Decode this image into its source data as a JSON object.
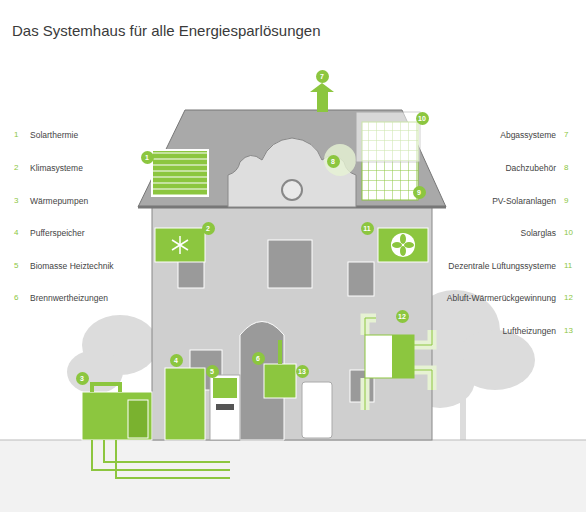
{
  "diagram": {
    "title": "Das Systemhaus für alle Energiesparlösungen",
    "labels": [
      "1",
      "Solarthermie",
      "2",
      "Klimasysteme",
      "3",
      "Wärmepumpen",
      "4",
      "Pufferspeicher",
      "5",
      "Biomasse Heiztechnik",
      "6",
      "Brennwertheizungen",
      "Abgassysteme",
      "7",
      "Dachzubehör",
      "8",
      "PV-Solaranlagen",
      "9",
      "Solarglas",
      "10",
      "Dezentrale Lüftungssysteme",
      "11",
      "Abluft-Wärmerückgewinnung",
      "12",
      "Luftheizungen",
      "13",
      "1",
      "2",
      "3",
      "4",
      "5",
      "6",
      "7",
      "8",
      "9",
      "10",
      "11",
      "12",
      "13"
    ]
  }
}
